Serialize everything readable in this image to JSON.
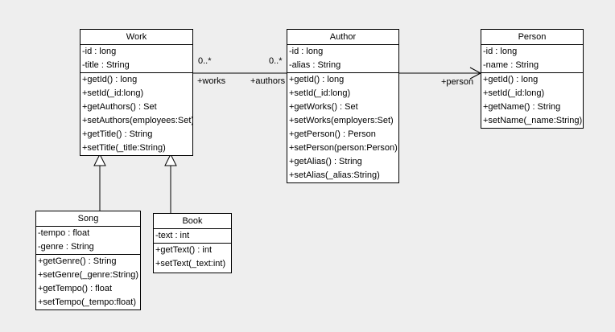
{
  "canvas": {
    "background_color": "#eeeeee",
    "box_fill_color": "#ffffff",
    "line_color": "#000000"
  },
  "classes": [
    {
      "name": "Work",
      "attributes": [
        "-id : long",
        "-title : String"
      ],
      "methods": [
        "+getId() : long",
        "+setId(_id:long)",
        "+getAuthors() : Set",
        "+setAuthors(employees:Set)",
        "+getTitle() : String",
        "+setTitle(_title:String)"
      ]
    },
    {
      "name": "Author",
      "attributes": [
        "-id : long",
        "-alias : String"
      ],
      "methods": [
        "+getId() : long",
        "+setId(_id:long)",
        "+getWorks() : Set",
        "+setWorks(employers:Set)",
        "+getPerson() : Person",
        "+setPerson(person:Person)",
        "+getAlias() : String",
        "+setAlias(_alias:String)"
      ]
    },
    {
      "name": "Person",
      "attributes": [
        "-id : long",
        "-name : String"
      ],
      "methods": [
        "+getId() : long",
        "+setId(_id:long)",
        "+getName() : String",
        "+setName(_name:String)"
      ]
    },
    {
      "name": "Song",
      "attributes": [
        "-tempo : float",
        "-genre : String"
      ],
      "methods": [
        "+getGenre() : String",
        "+setGenre(_genre:String)",
        "+getTempo() : float",
        "+setTempo(_tempo:float)"
      ]
    },
    {
      "name": "Book",
      "attributes": [
        "-text : int"
      ],
      "methods": [
        "+getText() : int",
        "+setText(_text:int)"
      ]
    }
  ],
  "associations": [
    {
      "from": "Work",
      "to": "Author",
      "from_multiplicity": "0..*",
      "to_multiplicity": "0..*",
      "from_role": "+works",
      "to_role": "+authors",
      "arrowhead": "none"
    },
    {
      "from": "Author",
      "to": "Person",
      "to_role": "+person",
      "arrowhead": "open"
    }
  ],
  "generalizations": [
    {
      "from": "Song",
      "to": "Work"
    },
    {
      "from": "Book",
      "to": "Work"
    }
  ]
}
